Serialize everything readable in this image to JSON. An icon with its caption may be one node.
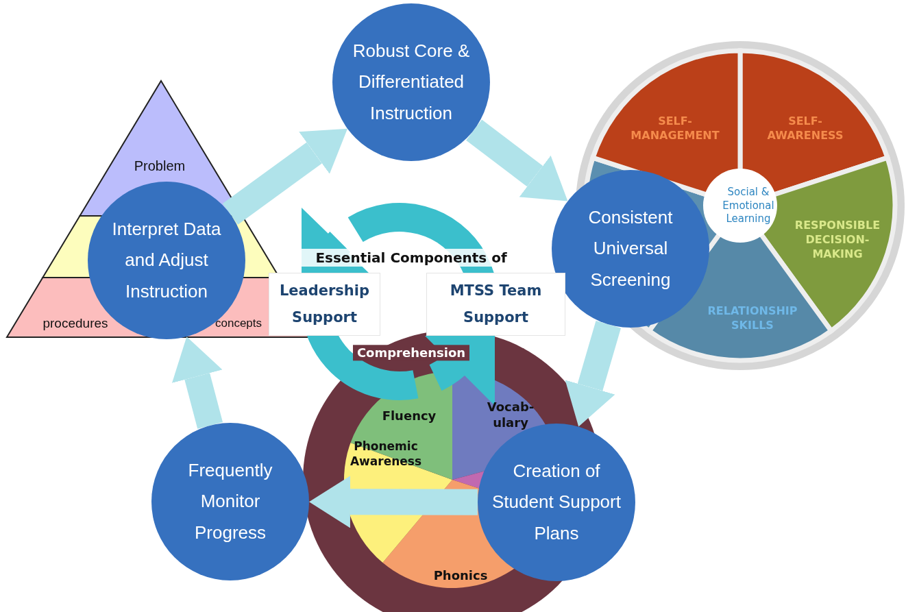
{
  "diagram": {
    "nodes": [
      {
        "text": [
          "Robust Core & Differentiated Instruction"
        ]
      },
      {
        "text": [
          "Consistent Universal Screening"
        ]
      },
      {
        "text": [
          "Creation of Student Support Plans"
        ]
      },
      {
        "text": [
          "Frequently Monitor Progress"
        ]
      },
      {
        "text": [
          "Interpret Data and Adjust Instruction"
        ]
      },
      {
        "text": [
          "Leadership Support"
        ]
      },
      {
        "text": [
          "MTSS Team Support"
        ]
      }
    ],
    "edges": [
      {
        "from": 4,
        "to": 0,
        "arrow": "to"
      },
      {
        "from": 0,
        "to": 1,
        "arrow": "to"
      },
      {
        "from": 1,
        "to": 2,
        "arrow": "to"
      },
      {
        "from": 2,
        "to": 3,
        "arrow": "to"
      },
      {
        "from": 3,
        "to": 4,
        "arrow": "to"
      }
    ],
    "labels": [
      "Problem",
      "procedures",
      "concepts",
      "SELF-MANAGEMENT",
      "SELF-AWARENESS",
      "Social & Emotional Learning",
      "RESPONSIBLE DECISION-MAKING",
      "RELATIONSHIP SKILLS",
      "Essential Components of",
      "Comprehension",
      "Fluency",
      "Vocab-ulary",
      "Phonemic Awareness",
      "Phonics"
    ]
  }
}
